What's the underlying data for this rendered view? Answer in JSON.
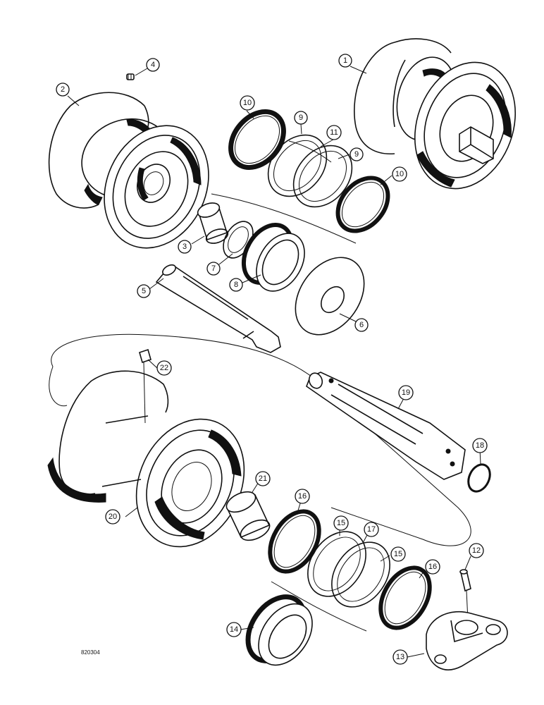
{
  "drawing_code": "820304",
  "callouts": {
    "c1": "1",
    "c2": "2",
    "c3": "3",
    "c4": "4",
    "c5": "5",
    "c6": "6",
    "c7": "7",
    "c8": "8",
    "c9a": "9",
    "c9b": "9",
    "c10a": "10",
    "c10b": "10",
    "c11": "11",
    "c12": "12",
    "c13": "13",
    "c14": "14",
    "c15a": "15",
    "c15b": "15",
    "c16a": "16",
    "c16b": "16",
    "c17": "17",
    "c18": "18",
    "c19": "19",
    "c20": "20",
    "c21": "21",
    "c22": "22"
  }
}
